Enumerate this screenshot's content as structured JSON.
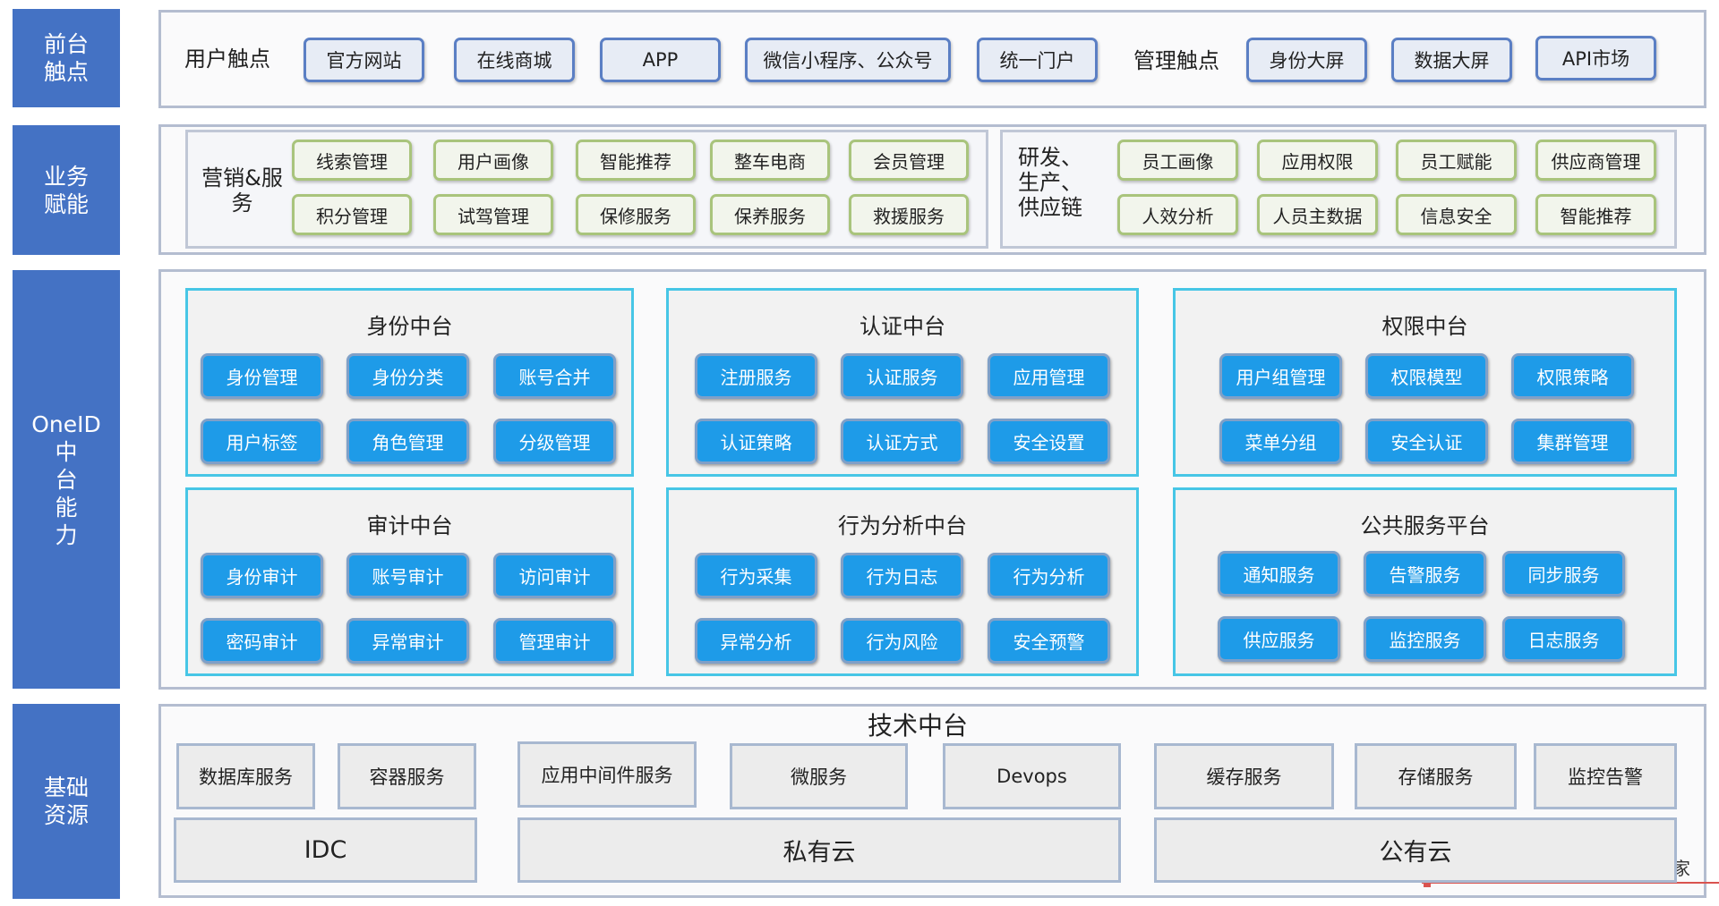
{
  "side_labels": {
    "frontend": "前台\n触点",
    "business": "业务\n赋能",
    "oneid": "OneID\n中\n台\n能\n力",
    "infra": "基础\n资源"
  },
  "frontend": {
    "user_touch_label": "用户触点",
    "user_touch_items": [
      "官方网站",
      "在线商城",
      "APP",
      "微信小程序、公众号",
      "统一门户"
    ],
    "admin_touch_label": "管理触点",
    "admin_touch_items": [
      "身份大屏",
      "数据大屏",
      "API市场"
    ]
  },
  "business": {
    "marketing_label": "营销&服\n务",
    "marketing_items": [
      "线索管理",
      "用户画像",
      "智能推荐",
      "整车电商",
      "会员管理",
      "积分管理",
      "试驾管理",
      "保修服务",
      "保养服务",
      "救援服务"
    ],
    "rd_label": "研发、\n生产、\n供应链",
    "rd_items": [
      "员工画像",
      "应用权限",
      "员工赋能",
      "供应商管理",
      "人效分析",
      "人员主数据",
      "信息安全",
      "智能推荐"
    ]
  },
  "oneid": {
    "modules": [
      {
        "title": "身份中台",
        "items": [
          "身份管理",
          "身份分类",
          "账号合并",
          "用户标签",
          "角色管理",
          "分级管理"
        ]
      },
      {
        "title": "认证中台",
        "items": [
          "注册服务",
          "认证服务",
          "应用管理",
          "认证策略",
          "认证方式",
          "安全设置"
        ]
      },
      {
        "title": "权限中台",
        "items": [
          "用户组管理",
          "权限模型",
          "权限策略",
          "菜单分组",
          "安全认证",
          "集群管理"
        ]
      },
      {
        "title": "审计中台",
        "items": [
          "身份审计",
          "账号审计",
          "访问审计",
          "密码审计",
          "异常审计",
          "管理审计"
        ]
      },
      {
        "title": "行为分析中台",
        "items": [
          "行为采集",
          "行为日志",
          "行为分析",
          "异常分析",
          "行为风险",
          "安全预警"
        ]
      },
      {
        "title": "公共服务平台",
        "items": [
          "通知服务",
          "告警服务",
          "同步服务",
          "供应服务",
          "监控服务",
          "日志服务"
        ]
      }
    ]
  },
  "infra": {
    "title": "技术中台",
    "services": [
      "数据库服务",
      "容器服务",
      "应用中间件服务",
      "微服务",
      "Devops",
      "缓存服务",
      "存储服务",
      "监控告警"
    ],
    "clouds": [
      "IDC",
      "私有云",
      "公有云"
    ],
    "corner_text": "家"
  }
}
